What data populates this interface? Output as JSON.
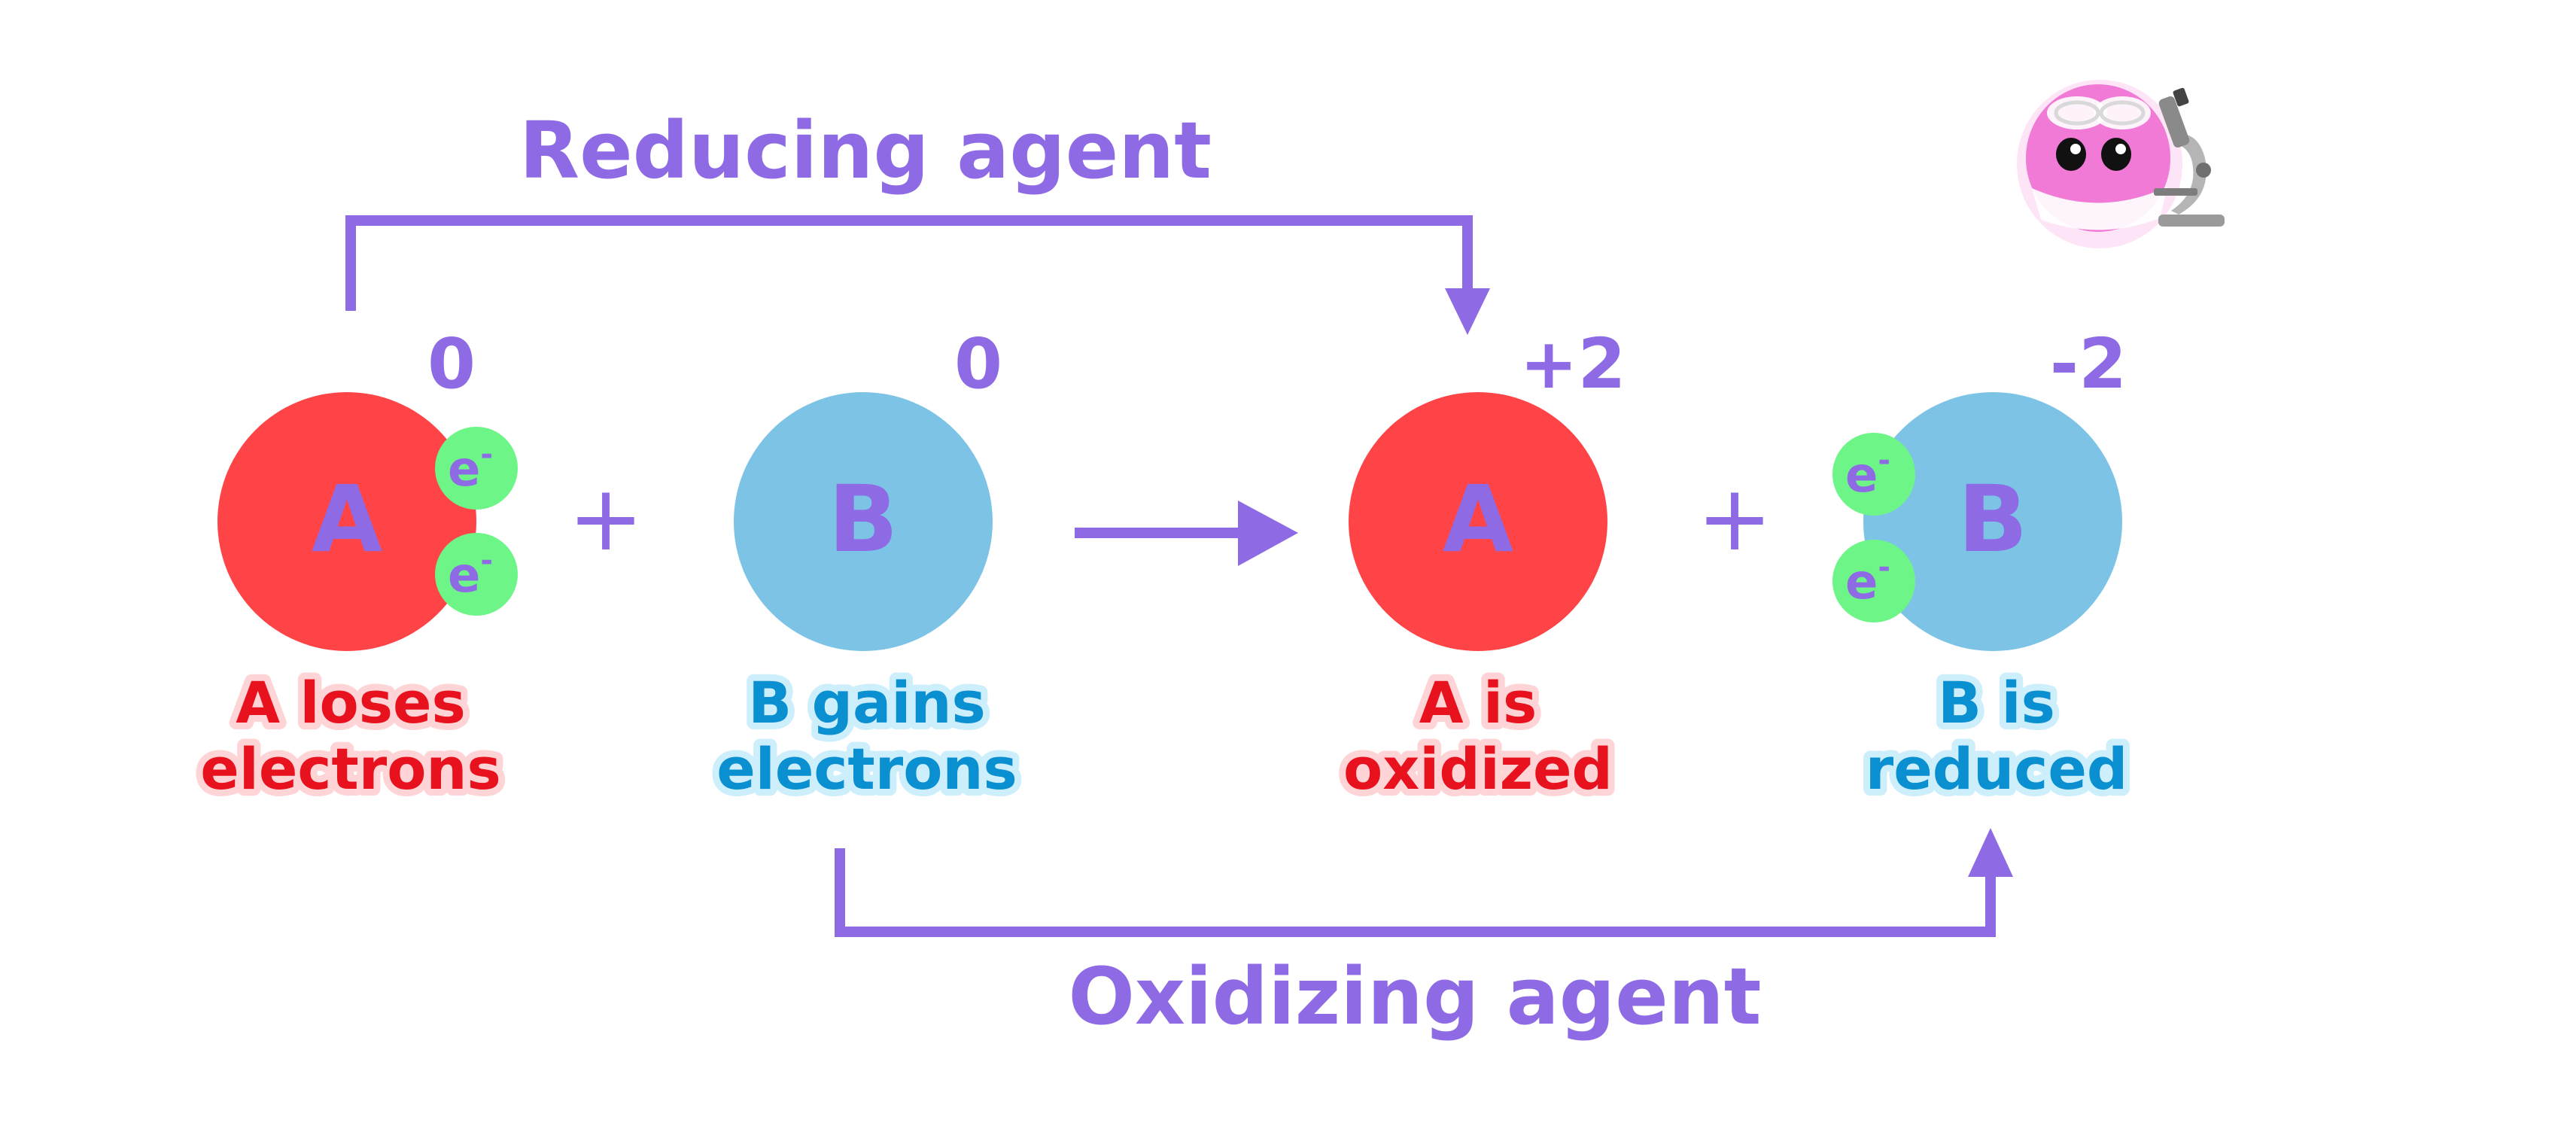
{
  "colors": {
    "purple": "#8e6be5",
    "red": "#ff4448",
    "red_text": "#e8121e",
    "red_halo": "#ffd4d6",
    "blue": "#7cc3e6",
    "blue_text": "#0a8fd0",
    "blue_halo": "#cdeefb",
    "electron": "#6ef587",
    "mascot_pink": "#f07ad6",
    "microscope_gray": "#9a9a9a"
  },
  "labels": {
    "reducing_agent": "Reducing agent",
    "oxidizing_agent": "Oxidizing agent",
    "plus_1": "+",
    "plus_2": "+"
  },
  "reactants": {
    "a": {
      "symbol": "A",
      "charge": "0",
      "desc_line1": "A loses",
      "desc_line2": "electrons",
      "electron_1": "e",
      "electron_1_sup": "-",
      "electron_2": "e",
      "electron_2_sup": "-"
    },
    "b": {
      "symbol": "B",
      "charge": "0",
      "desc_line1": "B gains",
      "desc_line2": "electrons"
    }
  },
  "products": {
    "a": {
      "symbol": "A",
      "charge": "+2",
      "desc_line1": "A is",
      "desc_line2": "oxidized"
    },
    "b": {
      "symbol": "B",
      "charge": "-2",
      "desc_line1": "B is",
      "desc_line2": "reduced",
      "electron_1": "e",
      "electron_1_sup": "-",
      "electron_2": "e",
      "electron_2_sup": "-"
    }
  },
  "icons": {
    "reaction_arrow": "arrow-right-icon",
    "mascot": "scientist-mascot-icon",
    "microscope": "microscope-icon"
  }
}
